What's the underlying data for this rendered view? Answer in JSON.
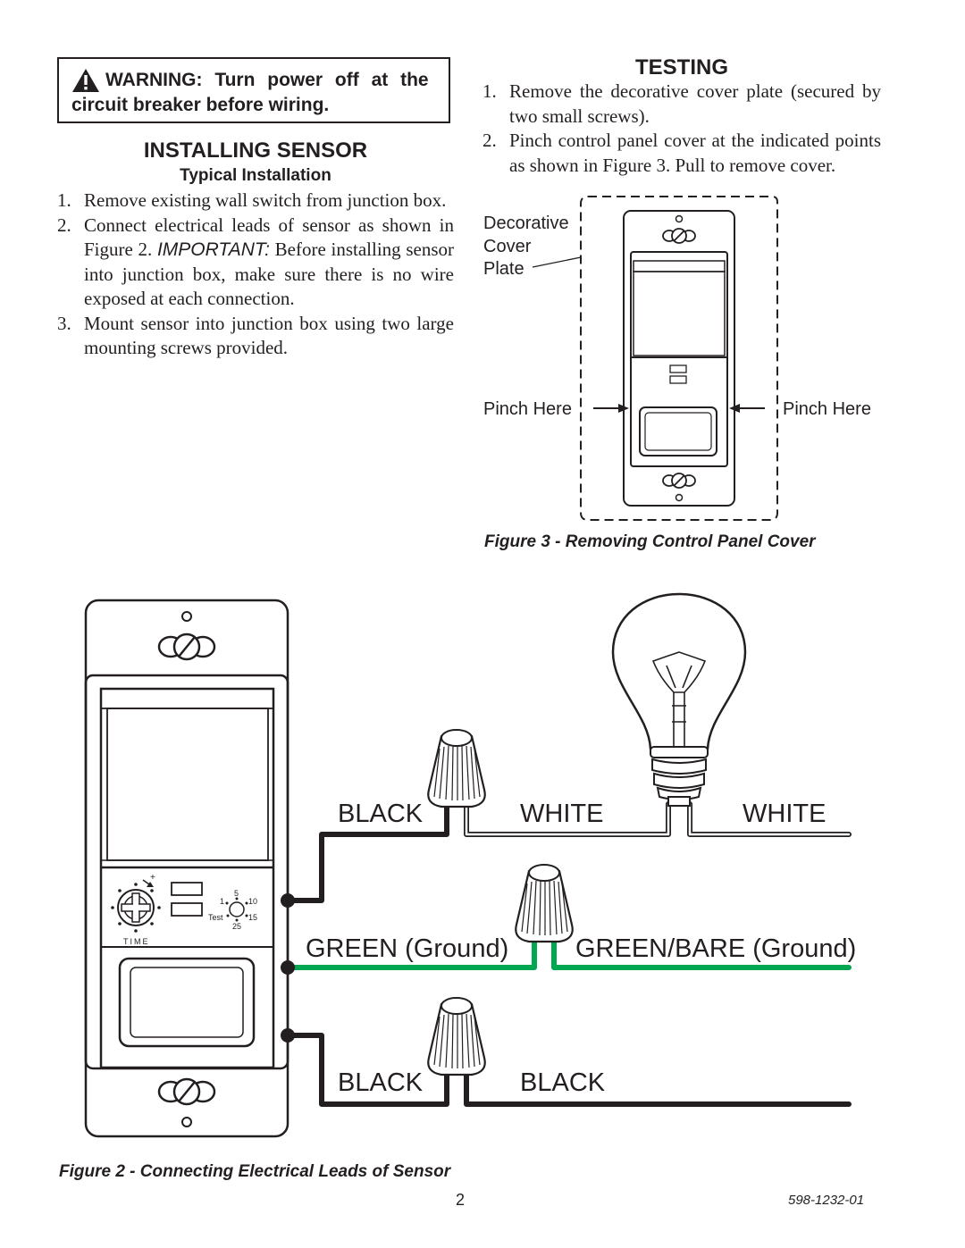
{
  "warning": {
    "line1": "WARNING: Turn power off at the",
    "line2": "circuit breaker before wiring."
  },
  "installing": {
    "heading": "INSTALLING SENSOR",
    "subheading": "Typical Installation",
    "steps": [
      {
        "num": "1.",
        "text": "Remove existing wall switch from junction box."
      },
      {
        "num": "2.",
        "text_before": "Connect electrical leads of sensor as shown in Figure 2. ",
        "emphasis": "IMPORTANT:",
        "text_after": " Before installing sensor into junction box, make sure there is no wire exposed at each connection."
      },
      {
        "num": "3.",
        "text": "Mount sensor into junction box using two large mounting screws provided."
      }
    ]
  },
  "testing": {
    "heading": "TESTING",
    "steps": [
      {
        "num": "1.",
        "text": "Remove the decorative cover plate (secured by two small screws)."
      },
      {
        "num": "2.",
        "text": "Pinch control panel cover at the indicated points as shown in Figure 3. Pull to remove cover."
      }
    ]
  },
  "figure3": {
    "label_decorative": "Decorative",
    "label_cover": "Cover",
    "label_plate": "Plate",
    "pinch_left": "Pinch Here",
    "pinch_right": "Pinch Here",
    "caption": "Figure 3 - Removing Control Panel Cover"
  },
  "figure2": {
    "wire_black_top_left": "BLACK",
    "wire_white_mid": "WHITE",
    "wire_white_right": "WHITE",
    "wire_green_left": "GREEN (Ground)",
    "wire_green_right": "GREEN/BARE (Ground)",
    "wire_black_bottom_left": "BLACK",
    "wire_black_bottom_right": "BLACK",
    "dial_5": "5",
    "dial_1": "1",
    "dial_10": "10",
    "dial_test": "Test",
    "dial_15": "15",
    "dial_25": "25",
    "time_label": "TIME",
    "caption": "Figure 2 - Connecting Electrical Leads of Sensor"
  },
  "footer": {
    "page_number": "2",
    "doc_number": "598-1232-01"
  },
  "colors": {
    "ink": "#231f20",
    "ground_green": "#00a650"
  }
}
